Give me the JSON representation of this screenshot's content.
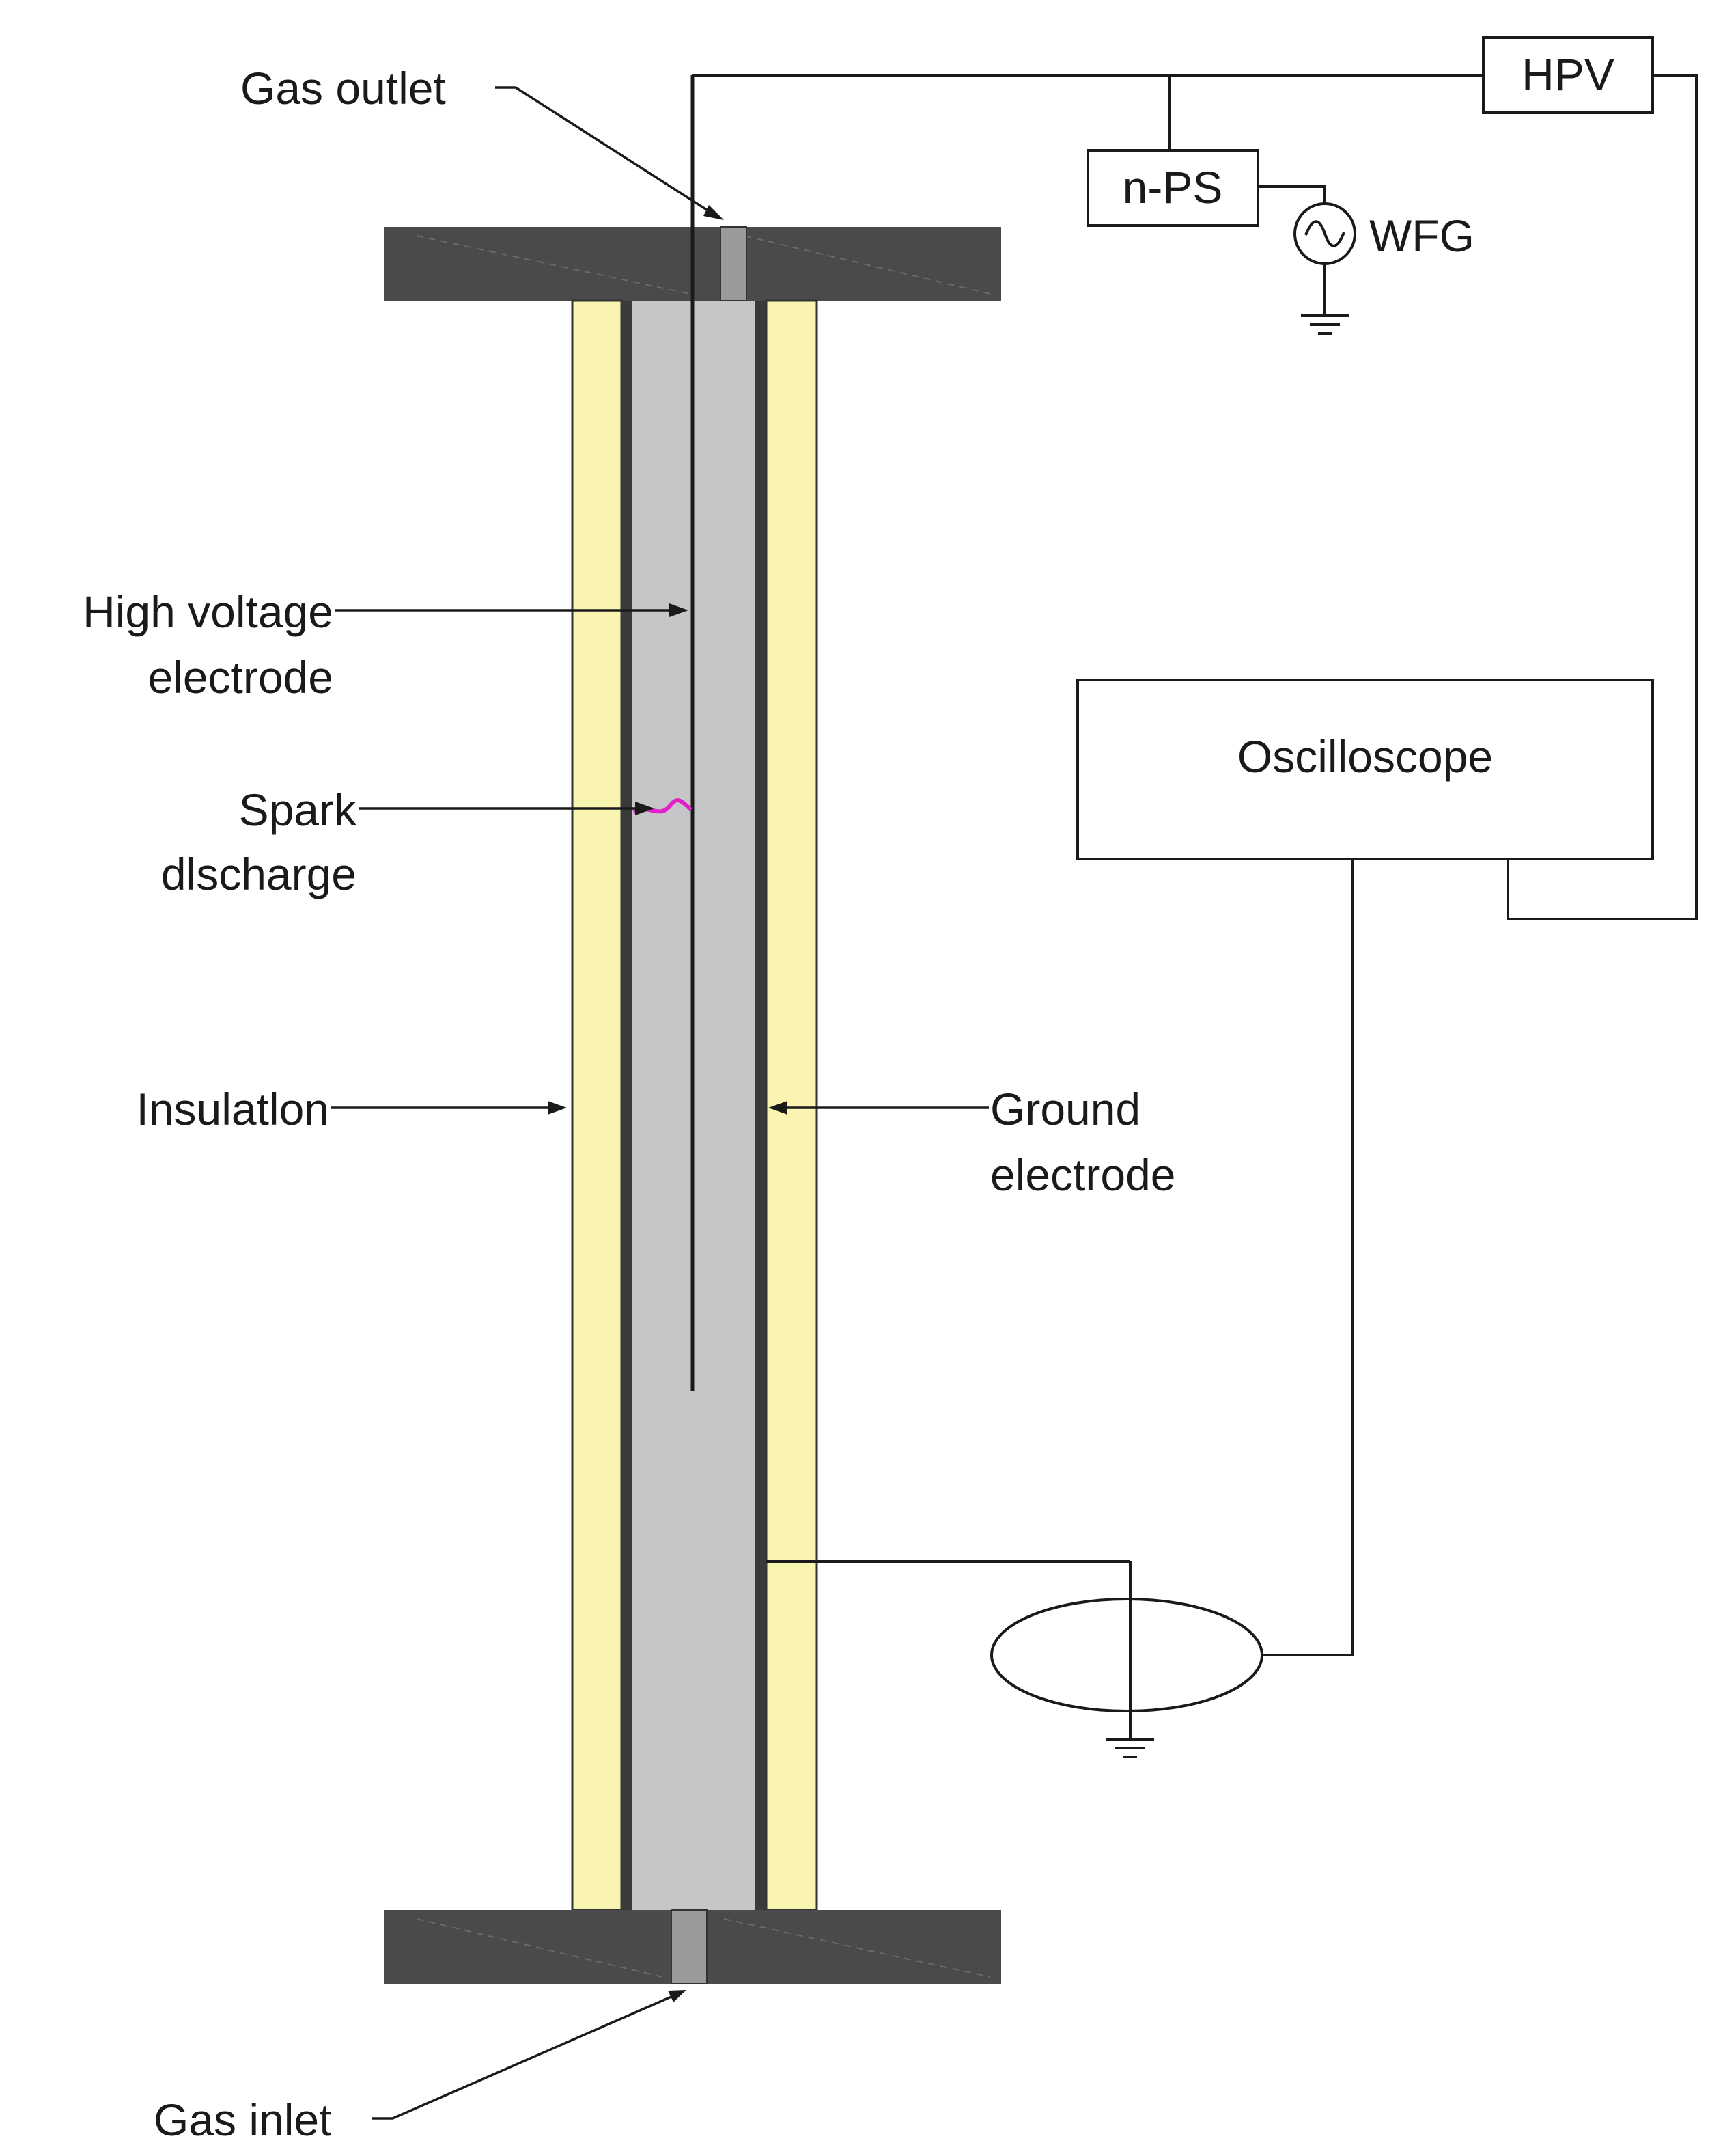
{
  "labels": {
    "gas_outlet": "Gas outlet",
    "gas_inlet": "Gas inlet",
    "high_voltage_line1": "High voltage",
    "high_voltage_line2": "electrode",
    "spark_line1": "Spark",
    "spark_line2": "dlscharge",
    "insulation": "Insulatlon",
    "ground_line1": "Ground",
    "ground_line2": "electrode"
  },
  "boxes": {
    "hpv": "HPV",
    "nps": "n-PS",
    "oscilloscope": "Oscilloscope",
    "wfg": "WFG"
  },
  "colors": {
    "flange": "#4a4a4a",
    "insulation": "#f9f5b0",
    "gas_gap": "#c6c6c9",
    "spark": "#e020c8",
    "line": "#1a1a1a"
  },
  "icons": {
    "wfg_source": "ac-source-icon",
    "ground": "ground-icon",
    "current_probe": "current-probe-icon"
  }
}
